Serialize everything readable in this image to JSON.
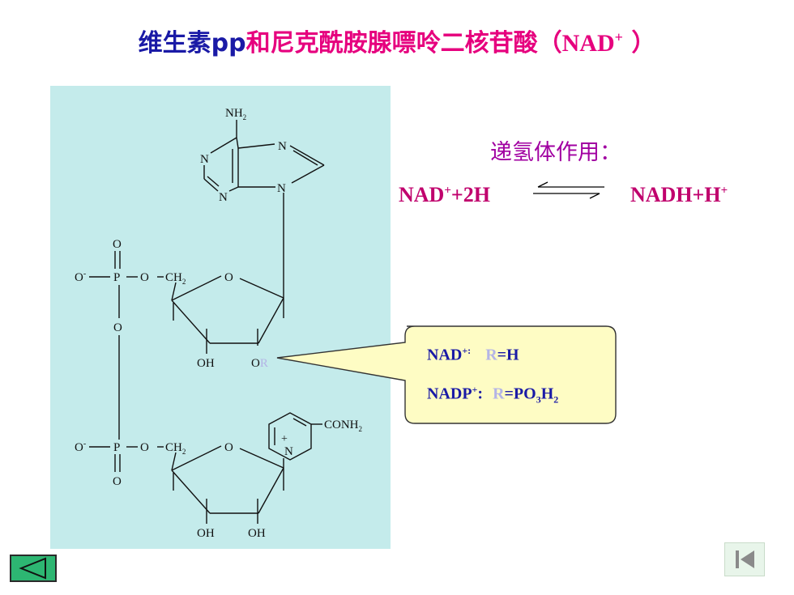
{
  "title": {
    "part1": "维生素pp",
    "part2": "和尼克酰胺腺嘌呤二核苷酸（",
    "nad": "NAD",
    "sup": "+",
    "close": " ）"
  },
  "structure": {
    "nh2": "NH",
    "nh2_sub": "2",
    "n1": "N",
    "n3": "N",
    "n7": "N",
    "n9": "N",
    "o_carbonyl_top": "O",
    "o_minus_top": "O",
    "minus": "-",
    "p_top": "P",
    "o_link_top": "O",
    "ch2_top": "CH",
    "ch2_sub": "2",
    "ring_o_top": "O",
    "o_bridge": "O",
    "oh_top": "OH",
    "o_r": "O",
    "r_label": "R",
    "o_minus_bottom": "O",
    "p_bottom": "P",
    "o_link_bottom": "O",
    "ch2_bottom": "CH",
    "o_carbonyl_bottom": "O",
    "ring_o_bottom": "O",
    "plus": "+",
    "n_pyridinium": "N",
    "conh2": "CONH",
    "oh_bottom_left": "OH",
    "oh_bottom_right": "OH"
  },
  "function": {
    "title": "递氢体作用：",
    "left_main": "NAD",
    "left_sup": "+",
    "left_tail": "+2H",
    "right_main": "NADH+H",
    "right_sup": "+"
  },
  "callout": {
    "nad_label": "NAD",
    "nad_sup": "+:",
    "r_char": "R",
    "nad_value": "=H",
    "nadp_label": "NADP",
    "nadp_sup": "+",
    "nadp_colon": ":",
    "nadp_value_pre": "=PO",
    "nadp_sub1": "3",
    "nadp_h": "H",
    "nadp_sub2": "2"
  },
  "colors": {
    "title_blue": "#1a1aa6",
    "title_magenta": "#e6007e",
    "panel_bg": "#c4ebeb",
    "function_title": "#a100a1",
    "equation": "#c0006d",
    "callout_bg": "#fefcc4",
    "nav_green": "#2db672"
  },
  "icons": {
    "back": "triangle-left-icon",
    "first": "skip-to-start-icon"
  }
}
